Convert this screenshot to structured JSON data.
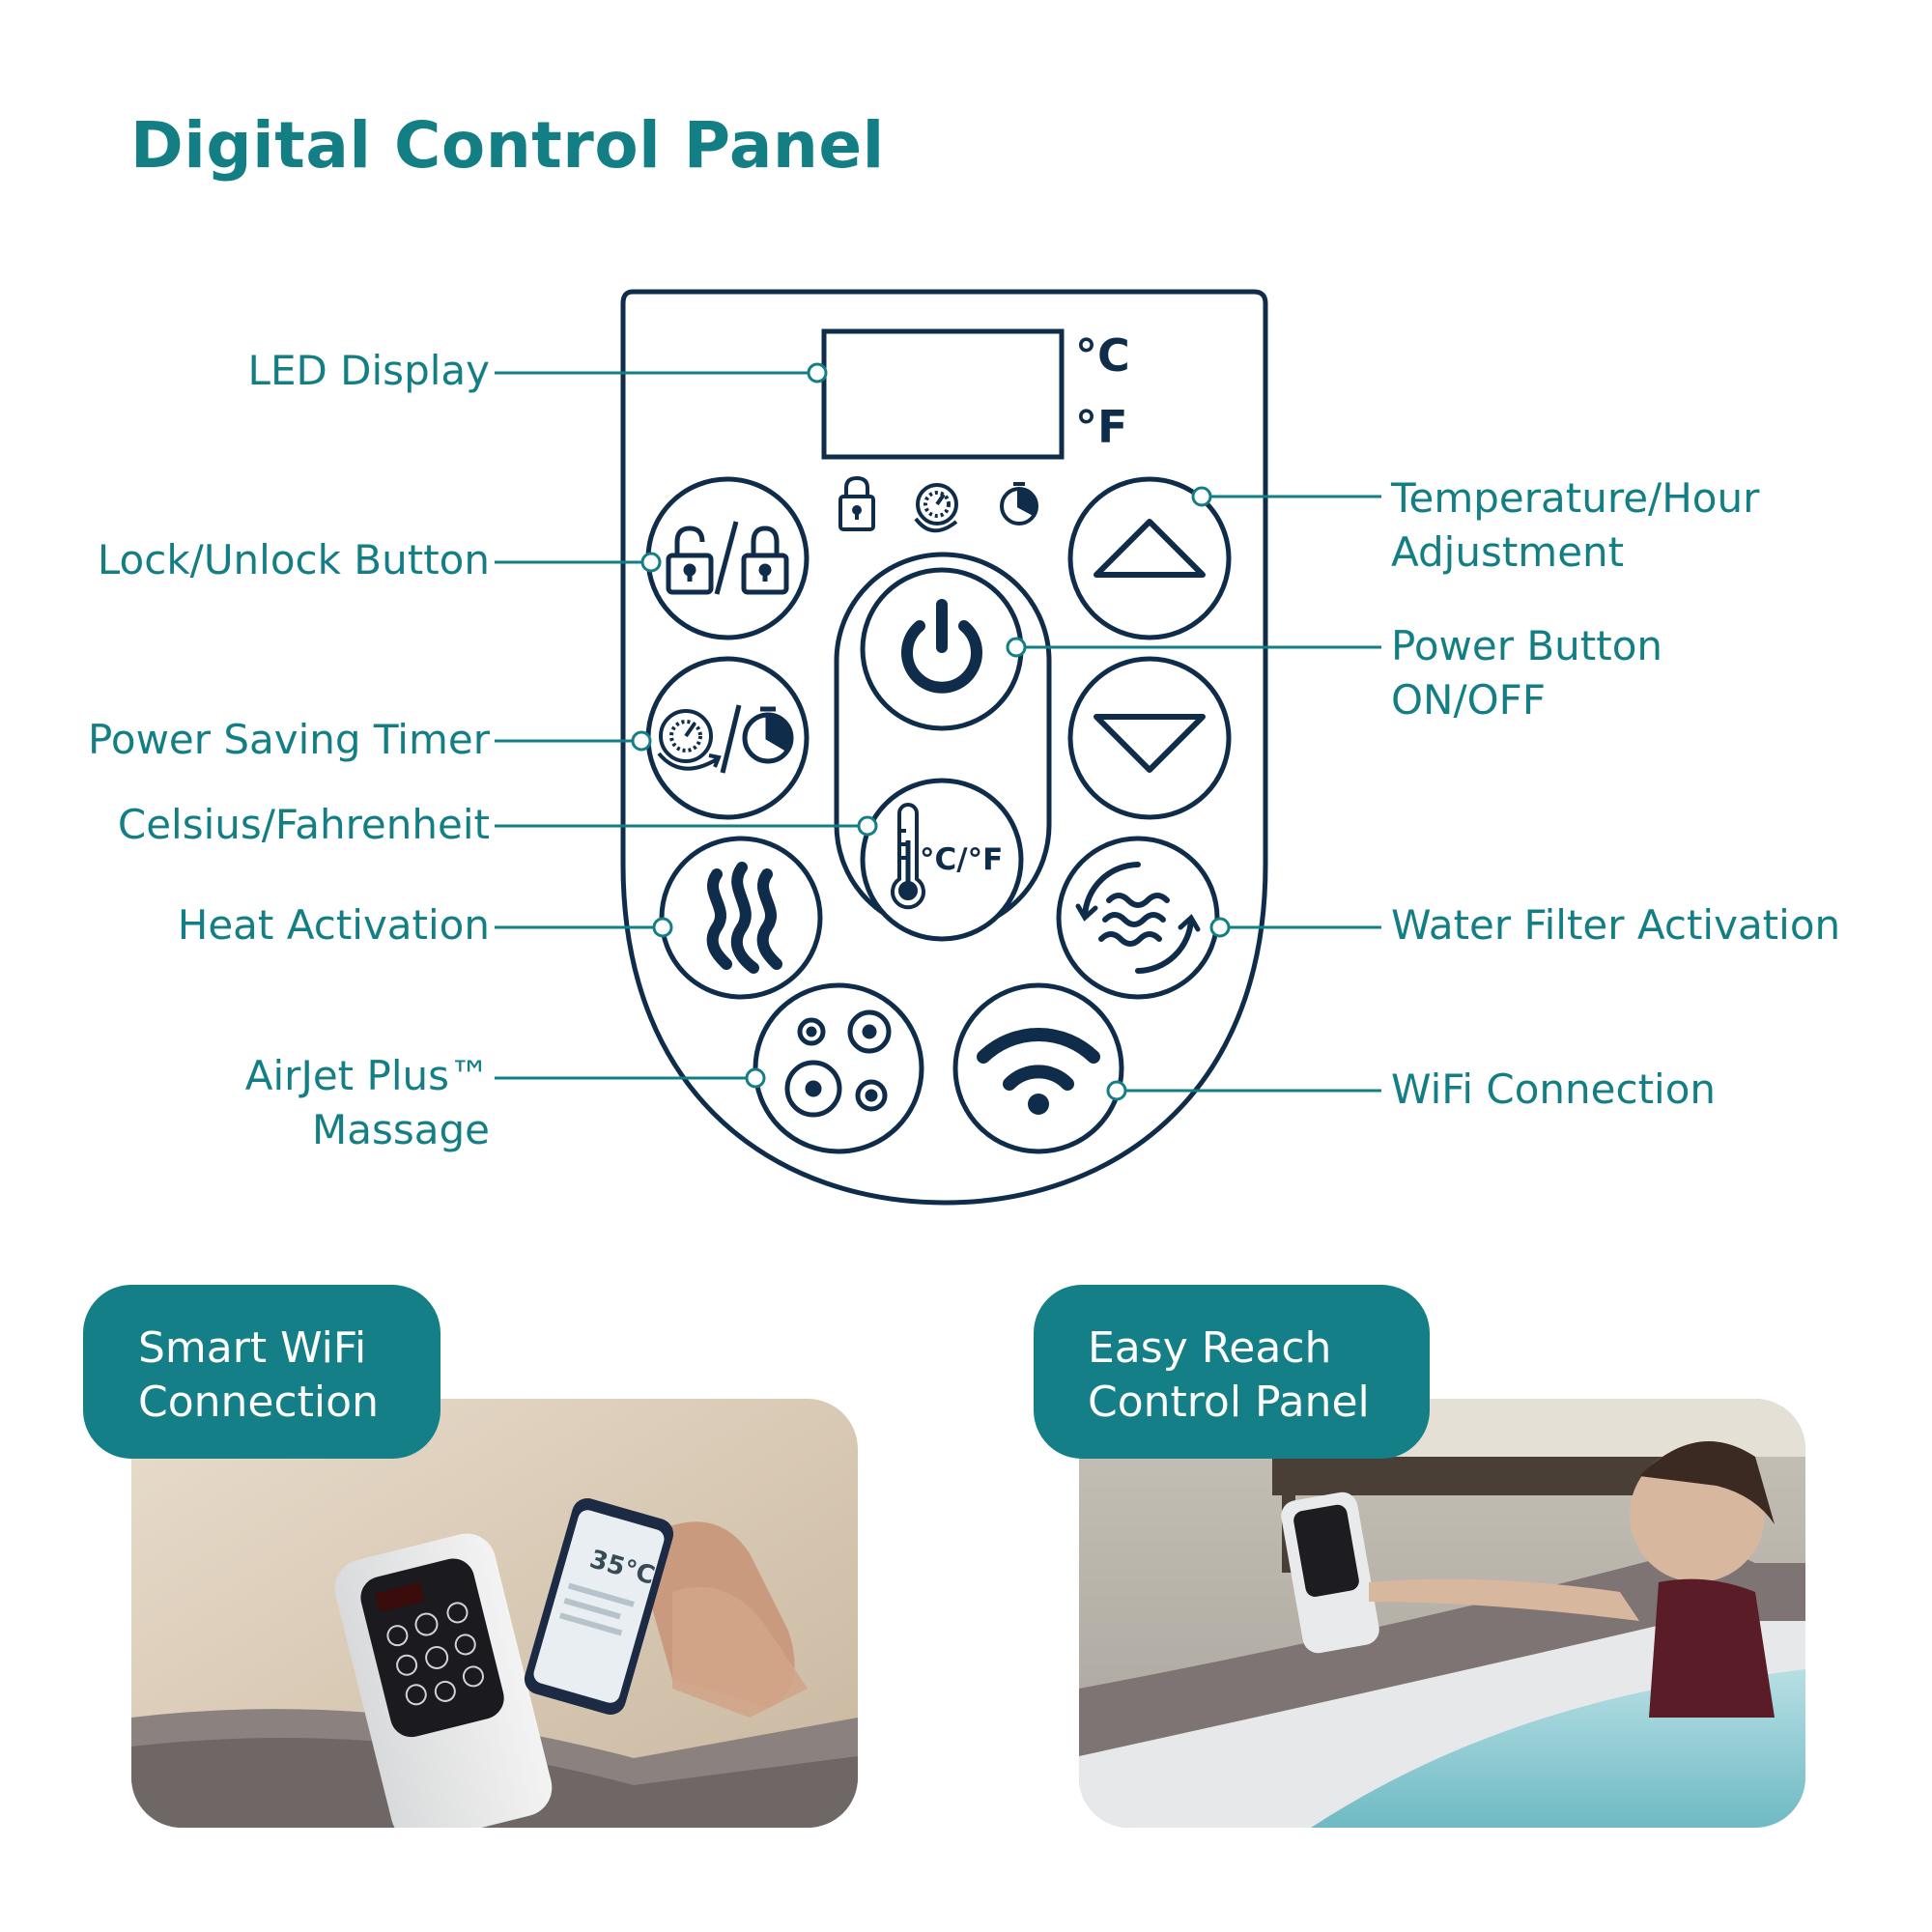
{
  "title": "Digital Control Panel",
  "colors": {
    "accent": "#137f85",
    "panel_outline": "#0f2d4a",
    "badge_bg": "#147f86",
    "badge_text": "#ffffff"
  },
  "panel": {
    "unit_celsius": "°C",
    "unit_fahrenheit": "°F",
    "cf_button_text": "°C/°F",
    "indicator_icons": [
      "lock-icon",
      "power-saving-icon",
      "timer-icon"
    ]
  },
  "callouts": {
    "led_display": [
      "LED Display"
    ],
    "lock_unlock": [
      "Lock/Unlock Button"
    ],
    "power_saving_timer": [
      "Power Saving Timer"
    ],
    "celsius_fahrenheit": [
      "Celsius/Fahrenheit"
    ],
    "heat_activation": [
      "Heat Activation"
    ],
    "airjet_massage": [
      "AirJet Plus™",
      "Massage"
    ],
    "temp_hour_adjust": [
      "Temperature/Hour",
      "Adjustment"
    ],
    "power_button": [
      "Power Button",
      "ON/OFF"
    ],
    "water_filter": [
      "Water Filter Activation"
    ],
    "wifi_connection": [
      "WiFi Connection"
    ]
  },
  "photos": {
    "left": {
      "badge": [
        "Smart WiFi",
        "Connection"
      ],
      "phone_screen_temp": "35°C"
    },
    "right": {
      "badge": [
        "Easy Reach",
        "Control Panel"
      ]
    }
  }
}
